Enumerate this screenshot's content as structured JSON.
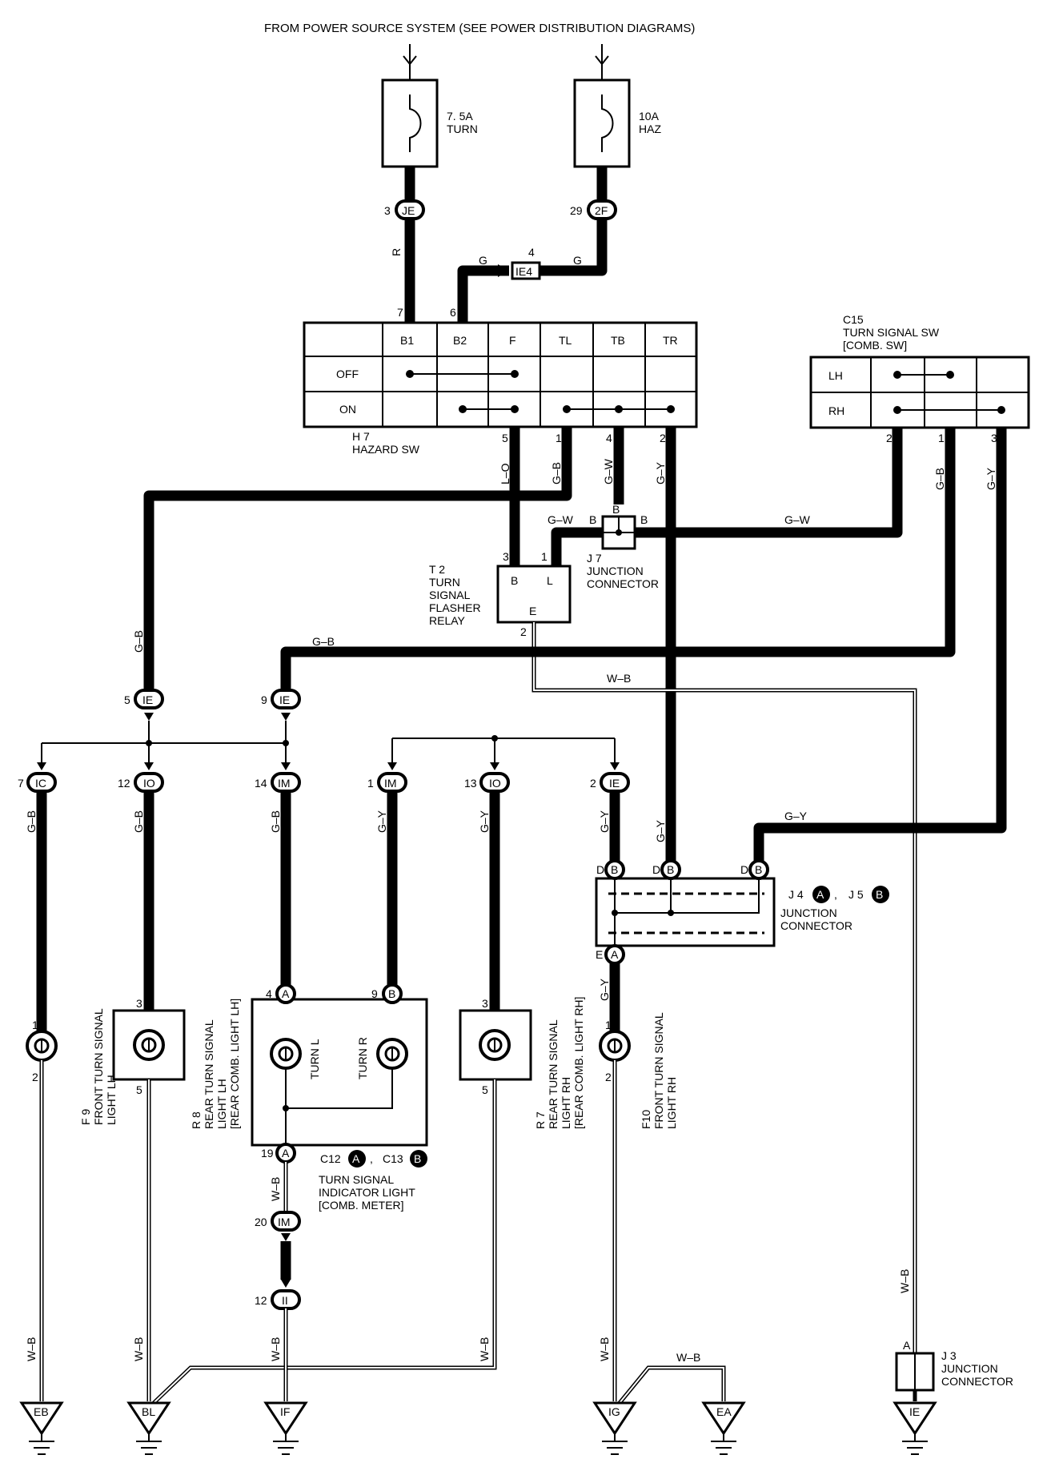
{
  "header": "FROM POWER SOURCE SYSTEM (SEE POWER DISTRIBUTION DIAGRAMS)",
  "fuses": [
    {
      "rating": "7. 5A",
      "name": "TURN"
    },
    {
      "rating": "10A",
      "name": "HAZ"
    }
  ],
  "hazard_sw": {
    "code": "H 7",
    "name": "HAZARD SW",
    "columns": [
      "B1",
      "B2",
      "F",
      "TL",
      "TB",
      "TR"
    ],
    "rows": [
      "OFF",
      "ON"
    ]
  },
  "turn_signal_sw": {
    "code": "C15",
    "name": "TURN SIGNAL SW",
    "sub": "[COMB. SW]",
    "rows": [
      "LH",
      "RH"
    ]
  },
  "flasher": {
    "code": "T 2",
    "lines": [
      "TURN",
      "SIGNAL",
      "FLASHER",
      "RELAY"
    ],
    "terminals": [
      "B",
      "L",
      "E"
    ]
  },
  "j7": {
    "code": "J 7",
    "lines": [
      "JUNCTION",
      "CONNECTOR"
    ]
  },
  "j4j5": {
    "j4": "J 4",
    "j5": "J 5",
    "a": "A",
    "b": "B",
    "lines": [
      "JUNCTION",
      "CONNECTOR"
    ]
  },
  "j3": {
    "code": "J 3",
    "lines": [
      "JUNCTION",
      "CONNECTOR"
    ]
  },
  "indicator": {
    "c12": "C12",
    "c13": "C13",
    "a": "A",
    "b": "B",
    "lines": [
      "TURN SIGNAL",
      "INDICATOR LIGHT",
      "[COMB. METER]"
    ],
    "turn_l": "TURN L",
    "turn_r": "TURN R"
  },
  "lights": [
    {
      "code": "F 9",
      "lines": [
        "FRONT TURN SIGNAL",
        "LIGHT LH"
      ]
    },
    {
      "code": "R 8",
      "lines": [
        "REAR TURN SIGNAL",
        "LIGHT LH",
        "[REAR COMB. LIGHT LH]"
      ]
    },
    {
      "code": "R 7",
      "lines": [
        "REAR TURN SIGNAL",
        "LIGHT RH",
        "[REAR COMB. LIGHT RH]"
      ]
    },
    {
      "code": "F10",
      "lines": [
        "FRONT TURN SIGNAL",
        "LIGHT RH"
      ]
    }
  ],
  "connectors": {
    "je": "JE",
    "2f": "2F",
    "ie4": "IE4",
    "ie": "IE",
    "ic": "IC",
    "io": "IO",
    "im": "IM",
    "ii": "II"
  },
  "grounds": [
    "EB",
    "BL",
    "IF",
    "IG",
    "EA",
    "IE"
  ],
  "wire_colors": {
    "r": "R",
    "g": "G",
    "lo": "L–O",
    "gb": "G–B",
    "gw": "G–W",
    "gy": "G–Y",
    "wb": "W–B"
  },
  "pins": {
    "p3": "3",
    "p29": "29",
    "p4": "4",
    "p7": "7",
    "p6": "6",
    "p5": "5",
    "p1": "1",
    "p2": "2",
    "p9": "9",
    "p12": "12",
    "p14": "14",
    "p13": "13",
    "p19": "19",
    "p20": "20",
    "a": "A",
    "b": "B",
    "d": "D",
    "e": "E"
  }
}
